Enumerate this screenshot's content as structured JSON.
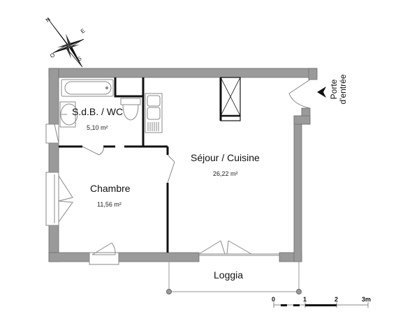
{
  "compass": {
    "north": "N",
    "east": "E",
    "south": "S",
    "west": "O"
  },
  "rooms": [
    {
      "name": "S.d.B. / WC",
      "area": "5,10 m²"
    },
    {
      "name": "Séjour / Cuisine",
      "area": "26,22 m²"
    },
    {
      "name": "Chambre",
      "area": "11,56 m²"
    },
    {
      "name": "Loggia",
      "area": ""
    }
  ],
  "entrance": {
    "line1": "Porte",
    "line2": "d'entrée"
  },
  "scale": {
    "ticks": [
      "0",
      "1",
      "2",
      "3m"
    ]
  },
  "colors": {
    "wall": "#999999",
    "wall_stroke": "#6e6e6e",
    "partition": "#111111",
    "fixture": "#888888"
  }
}
